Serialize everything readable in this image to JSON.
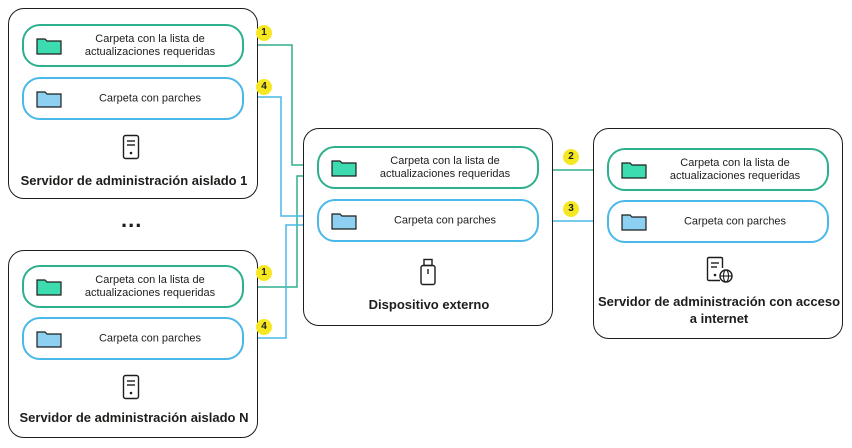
{
  "folders": {
    "updates_list": "Carpeta con la lista de actualizaciones requeridas",
    "patches": "Carpeta con parches"
  },
  "servers": {
    "isolated_1": "Servidor de administración aislado 1",
    "isolated_n": "Servidor de administración aislado N",
    "external_device": "Dispositivo externo",
    "internet": "Servidor de administración con acceso a internet"
  },
  "ellipsis": "...",
  "steps": [
    "1",
    "2",
    "3",
    "4"
  ],
  "colors": {
    "green": "#2eaf8e",
    "blue": "#4ab8e8",
    "green_fill": "#3ddcb0",
    "blue_fill": "#8dd0f2",
    "badge": "#f5e823"
  },
  "icons": {
    "folder": "folder-icon",
    "server": "server-icon",
    "usb": "usb-drive-icon",
    "server_globe": "server-globe-icon"
  }
}
